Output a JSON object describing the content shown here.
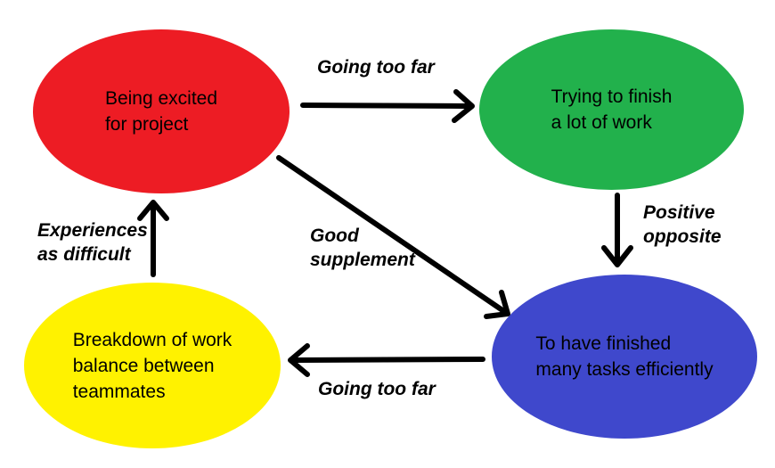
{
  "diagram": {
    "background": "#ffffff",
    "arrow_color": "#000000",
    "text_color": "#000000",
    "nodes": {
      "excited": {
        "label": "Being excited\nfor project",
        "color": "#ed1c24"
      },
      "trying": {
        "label": "Trying to finish\na lot of work",
        "color": "#22b14c"
      },
      "finished": {
        "label": "To have finished\nmany tasks efficiently",
        "color": "#3f48cc"
      },
      "breakdown": {
        "label": "Breakdown of work\nbalance between\nteammates",
        "color": "#fff200"
      }
    },
    "edges": {
      "excited_to_trying": {
        "from": "Being excited for project",
        "to": "Trying to finish a lot of work",
        "label": "Going too far"
      },
      "trying_to_finished": {
        "from": "Trying to finish a lot of work",
        "to": "To have finished many tasks efficiently",
        "label": "Positive\nopposite"
      },
      "excited_to_finished": {
        "from": "Being excited for project",
        "to": "To have finished many tasks efficiently",
        "label": "Good\nsupplement"
      },
      "finished_to_breakdown": {
        "from": "To have finished many tasks efficiently",
        "to": "Breakdown of work balance between teammates",
        "label": "Going too far"
      },
      "breakdown_to_excited": {
        "from": "Breakdown of work balance between teammates",
        "to": "Being excited for project",
        "label": "Experiences\nas difficult"
      }
    }
  }
}
